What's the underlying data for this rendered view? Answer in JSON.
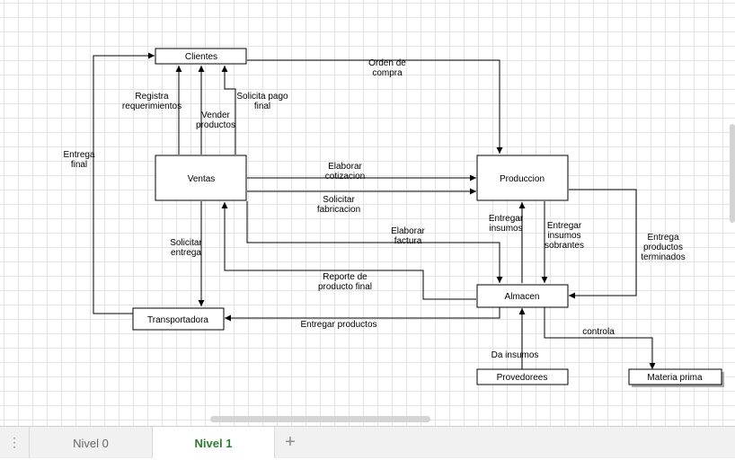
{
  "nodes": {
    "clientes": "Clientes",
    "ventas": "Ventas",
    "produccion": "Produccion",
    "almacen": "Almacen",
    "transportadora": "Transportadora",
    "provedorees": "Provedorees",
    "materia_prima": "Materia prima"
  },
  "edge_labels": {
    "orden_compra": [
      "Orden de",
      "compra"
    ],
    "registra": [
      "Registra",
      "requerimientos"
    ],
    "vender": [
      "Vender",
      "productos"
    ],
    "solicita_pago": [
      "Solicita pago",
      "final"
    ],
    "entrega_final": [
      "Entrega",
      "final"
    ],
    "elaborar_cotizacion": [
      "Elaborar",
      "cotizacion"
    ],
    "solicitar_fabricacion": [
      "Solicitar",
      "fabricacion"
    ],
    "elaborar_factura": [
      "Elaborar",
      "factura"
    ],
    "solicitar_entrega": [
      "Solicitar",
      "entrega"
    ],
    "entregar_insumos": [
      "Entregar",
      "insumos"
    ],
    "entregar_insumos_sobrantes": [
      "Entregar",
      "insumos",
      "sobrantes"
    ],
    "entrega_productos_terminados": [
      "Entrega",
      "productos",
      "terminados"
    ],
    "reporte_producto_final": [
      "Reporte de",
      "producto final"
    ],
    "entregar_productos": [
      "Entregar productos"
    ],
    "controla": [
      "controla"
    ],
    "da_insumos": [
      "Da insumos"
    ]
  },
  "tabs": {
    "menu_icon": "⋮",
    "tab0": "Nivel 0",
    "tab1": "Nivel 1",
    "add": "+"
  }
}
